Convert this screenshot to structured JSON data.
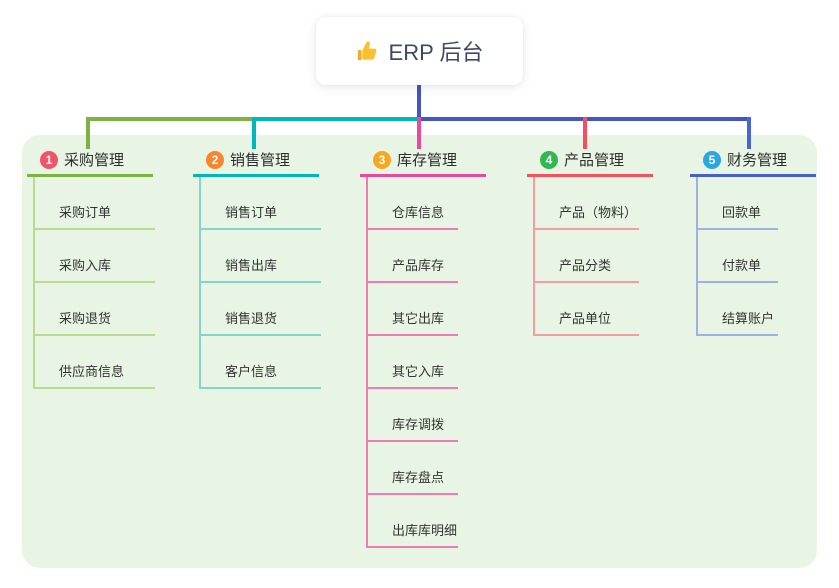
{
  "root": {
    "label": "ERP 后台",
    "icon": "thumbs-up-icon"
  },
  "colors": {
    "panel_bg": "#e9f5e4",
    "connector_root": "#4355c8",
    "connector_segments": [
      "#7cb342",
      "#00b7bb",
      "#4355c8"
    ]
  },
  "branches": [
    {
      "number": "1",
      "label": "采购管理",
      "badge_color": "#f05468",
      "line_color": "#7cb342",
      "child_line_color": "#b7dc8f",
      "drop_color": "#7cb342",
      "children": [
        "采购订单",
        "采购入库",
        "采购退货",
        "供应商信息"
      ]
    },
    {
      "number": "2",
      "label": "销售管理",
      "badge_color": "#f6872d",
      "line_color": "#00b7b2",
      "child_line_color": "#82d4cc",
      "drop_color": "#00b7bb",
      "children": [
        "销售订单",
        "销售出库",
        "销售退货",
        "客户信息"
      ]
    },
    {
      "number": "3",
      "label": "库存管理",
      "badge_color": "#f7a81e",
      "line_color": "#e8499c",
      "child_line_color": "#f07ab5",
      "drop_color": "#e8499c",
      "children": [
        "仓库信息",
        "产品库存",
        "其它出库",
        "其它入库",
        "库存调拨",
        "库存盘点",
        "出库库明细"
      ]
    },
    {
      "number": "4",
      "label": "产品管理",
      "badge_color": "#2eb84e",
      "line_color": "#f4515f",
      "child_line_color": "#f79ba1",
      "drop_color": "#f4515f",
      "children": [
        "产品（物料）",
        "产品分类",
        "产品单位"
      ]
    },
    {
      "number": "5",
      "label": "财务管理",
      "badge_color": "#2ba6df",
      "line_color": "#4460cb",
      "child_line_color": "#9fb1e1",
      "drop_color": "#4766d2",
      "children": [
        "回款单",
        "付款单",
        "结算账户"
      ]
    }
  ]
}
